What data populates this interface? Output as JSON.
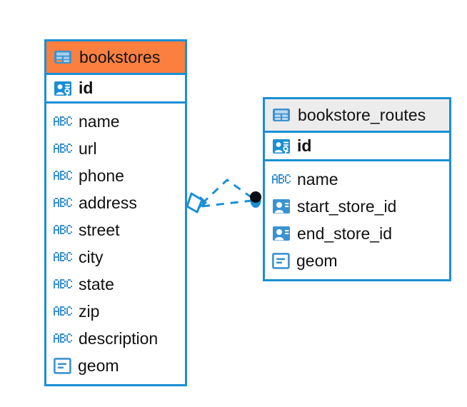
{
  "diagram": {
    "type": "entity-relationship-diagram",
    "background_color": "#ffffff",
    "accent_color": "#1a8fd4",
    "highlight_color": "#fb8040",
    "header_color": "#ececec"
  },
  "entities": [
    {
      "name": "bookstores",
      "header_style": "orange",
      "table_icon": "table-icon",
      "primary_key": {
        "label": "id",
        "icon": "primary-key-icon"
      },
      "fields": [
        {
          "label": "name",
          "icon": "text-type-icon"
        },
        {
          "label": "url",
          "icon": "text-type-icon"
        },
        {
          "label": "phone",
          "icon": "text-type-icon"
        },
        {
          "label": "address",
          "icon": "text-type-icon"
        },
        {
          "label": "street",
          "icon": "text-type-icon"
        },
        {
          "label": "city",
          "icon": "text-type-icon"
        },
        {
          "label": "state",
          "icon": "text-type-icon"
        },
        {
          "label": "zip",
          "icon": "text-type-icon"
        },
        {
          "label": "description",
          "icon": "text-type-icon"
        },
        {
          "label": "geom",
          "icon": "geometry-type-icon"
        }
      ]
    },
    {
      "name": "bookstore_routes",
      "header_style": "grey",
      "table_icon": "table-icon",
      "primary_key": {
        "label": "id",
        "icon": "primary-key-icon"
      },
      "fields": [
        {
          "label": "name",
          "icon": "text-type-icon"
        },
        {
          "label": "start_store_id",
          "icon": "foreign-key-icon"
        },
        {
          "label": "end_store_id",
          "icon": "foreign-key-icon"
        },
        {
          "label": "geom",
          "icon": "geometry-type-icon"
        }
      ]
    }
  ],
  "relationships": [
    {
      "from_entity": "bookstores",
      "to_entity": "bookstore_routes",
      "from_marker": "one-diamond-marker",
      "to_marker": "many-circle-marker",
      "line_style": "dashed",
      "line_color": "#1a8fd4"
    }
  ]
}
